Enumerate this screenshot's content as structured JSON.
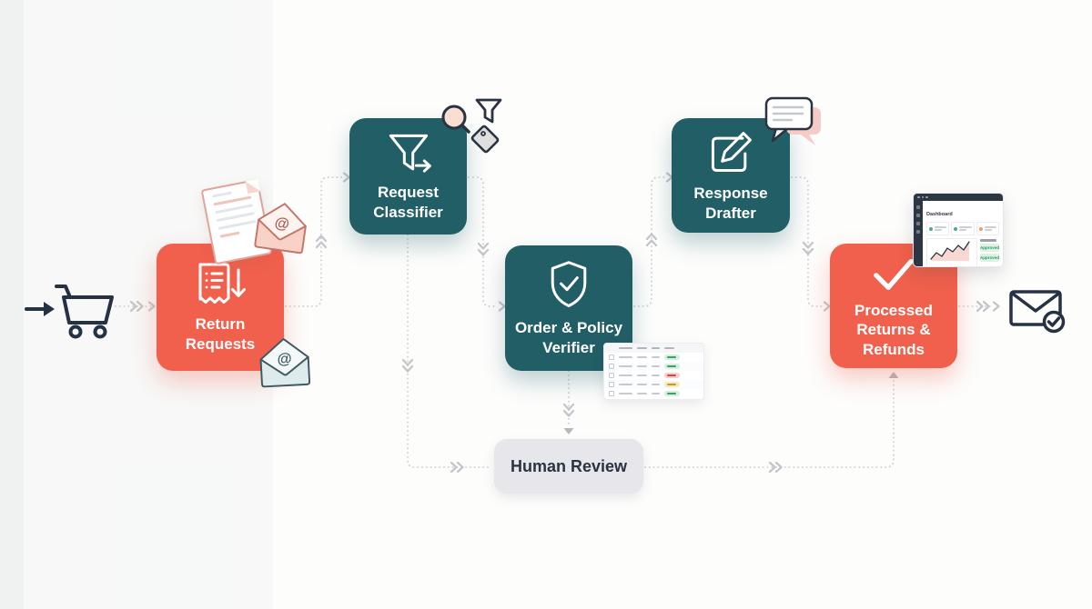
{
  "diagram": {
    "nodes": [
      {
        "id": "return-requests",
        "label": "Return Requests",
        "style": "orange"
      },
      {
        "id": "request-classifier",
        "label": "Request Classifier",
        "style": "teal"
      },
      {
        "id": "order-policy-verifier",
        "label": "Order & Policy Verifier",
        "style": "teal"
      },
      {
        "id": "response-drafter",
        "label": "Response Drafter",
        "style": "teal"
      },
      {
        "id": "processed-returns-refunds",
        "label": "Processed Returns & Refunds",
        "style": "orange"
      },
      {
        "id": "human-review",
        "label": "Human Review",
        "style": "gray"
      }
    ],
    "endpoints": {
      "input_icon": "shopping-cart-icon",
      "output_icon": "email-sent-check-icon"
    },
    "colors": {
      "orange": "#F0604C",
      "teal": "#215E66",
      "human_review_bg": "#E6E6EB",
      "connector_gray": "#CBCED2",
      "ink_navy": "#243244",
      "pink_accent": "#F8D2C6",
      "blue_gray_accent": "#DFEAEC"
    },
    "decorations": {
      "at_symbol": "@",
      "mini_dashboard": {
        "title": "Dashboard",
        "badges": [
          "Approved",
          "Approved"
        ],
        "stat_dot_colors": [
          "green",
          "green",
          "orange"
        ]
      },
      "mini_table": {
        "badge_colors": [
          "green",
          "green",
          "red",
          "yellow",
          "green"
        ]
      }
    }
  }
}
